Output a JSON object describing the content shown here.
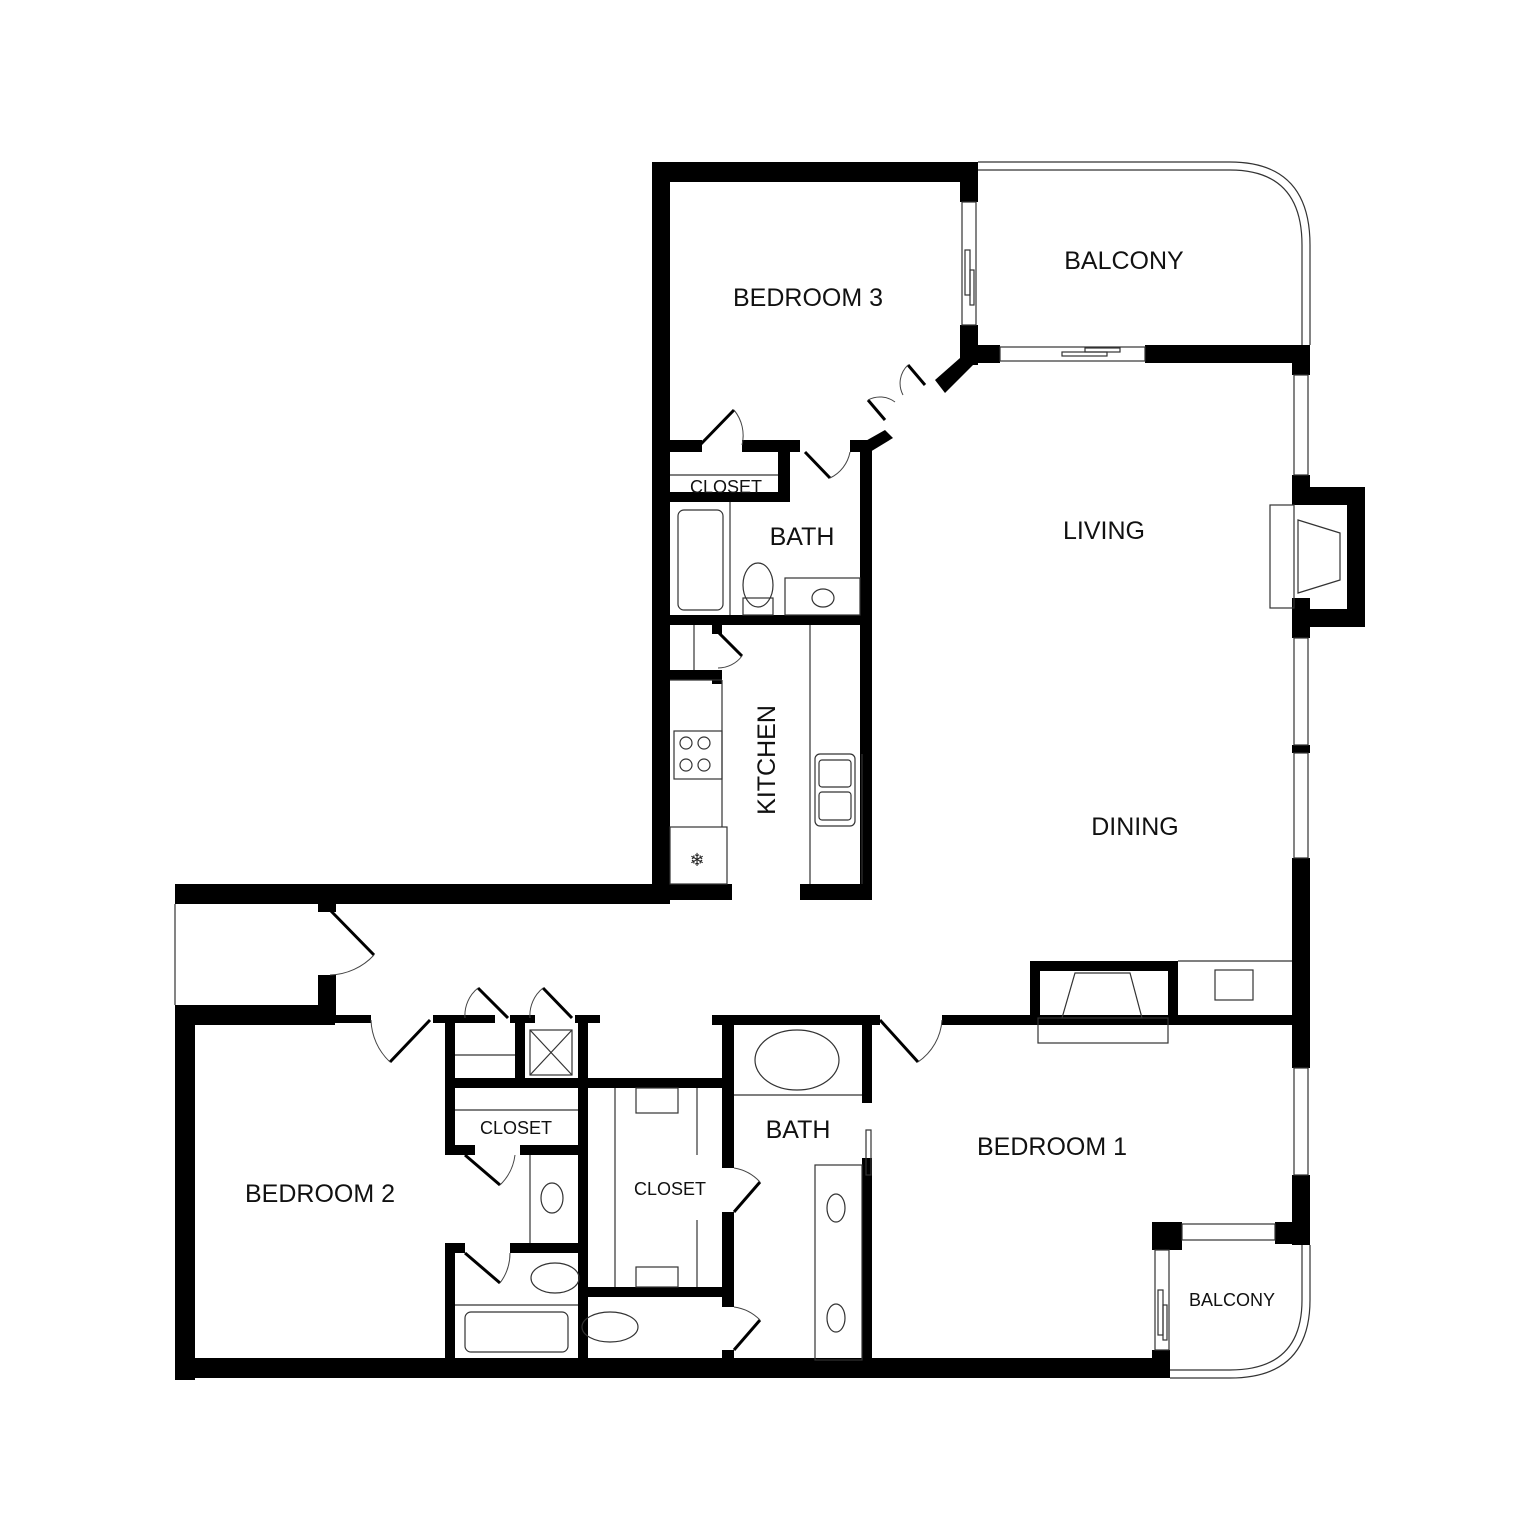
{
  "plan": {
    "colors": {
      "wall": "#000000",
      "background": "#ffffff",
      "fixture": "#333333"
    },
    "rooms": {
      "bedroom3": "BEDROOM 3",
      "balcony_top": "BALCONY",
      "closet_top": "CLOSET",
      "bath_top": "BATH",
      "living": "LIVING",
      "kitchen": "KITCHEN",
      "dining": "DINING",
      "closet_left": "CLOSET",
      "closet_center": "CLOSET",
      "bedroom2": "BEDROOM 2",
      "bath_master": "BATH",
      "bedroom1": "BEDROOM 1",
      "balcony_bottom": "BALCONY"
    },
    "icons": [
      "door-swing-icon",
      "sliding-door-icon",
      "bathtub-icon",
      "toilet-icon",
      "sink-icon",
      "cooktop-icon",
      "refrigerator-icon",
      "double-sink-icon",
      "fireplace-icon",
      "water-heater-icon",
      "window-icon"
    ]
  }
}
